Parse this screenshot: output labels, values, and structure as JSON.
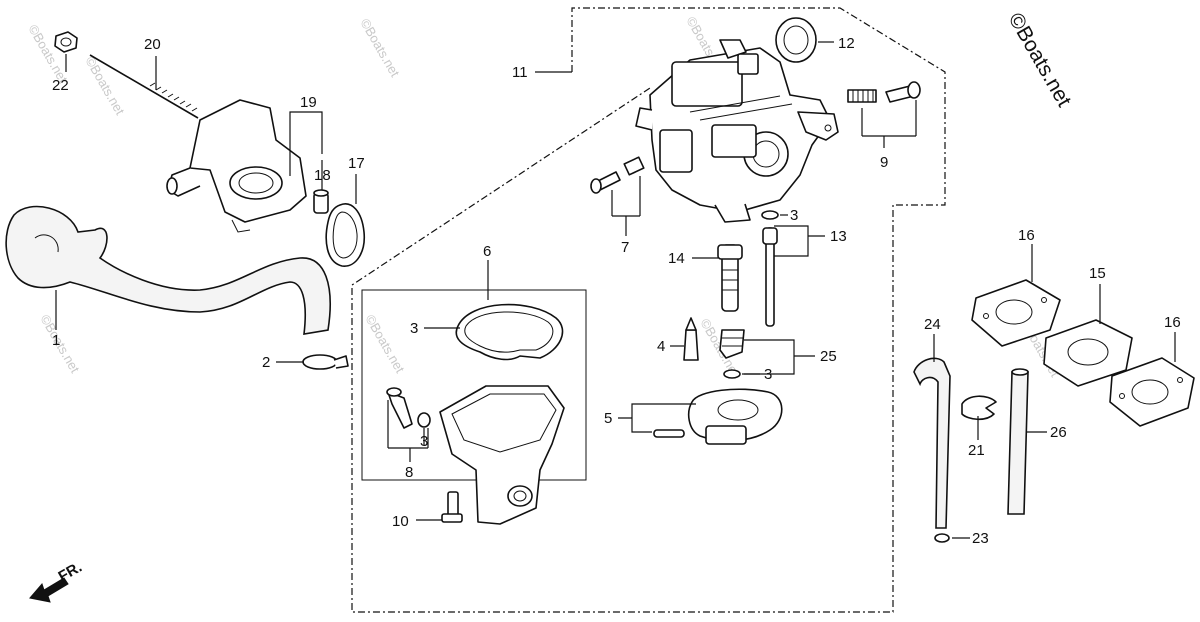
{
  "brand": {
    "text": "©Boats.net"
  },
  "watermarks": [
    "©Boats.net",
    "©Boats.net",
    "©Boats.net",
    "©Boats.net",
    "©Boats.net",
    "©Boats.net",
    "©Boats.net",
    "©Boats.net"
  ],
  "direction": {
    "label": "FR."
  },
  "callouts": {
    "p1": "1",
    "p2": "2",
    "p3a": "3",
    "p3b": "3",
    "p3c": "3",
    "p3d": "3",
    "p4": "4",
    "p5": "5",
    "p6": "6",
    "p7": "7",
    "p8": "8",
    "p9": "9",
    "p10": "10",
    "p11": "11",
    "p12": "12",
    "p13": "13",
    "p14": "14",
    "p15": "15",
    "p16a": "16",
    "p16b": "16",
    "p17": "17",
    "p18": "18",
    "p19": "19",
    "p20": "20",
    "p21": "21",
    "p22": "22",
    "p23": "23",
    "p24": "24",
    "p25": "25",
    "p26": "26"
  }
}
